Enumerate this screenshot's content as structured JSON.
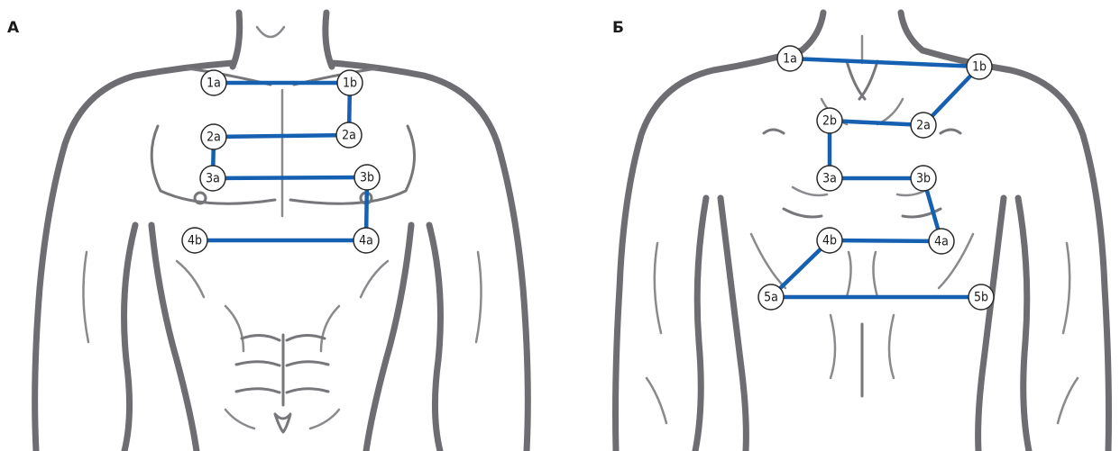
{
  "panels": [
    {
      "letter": "А",
      "nodes": [
        {
          "id": "1a",
          "label": "1a"
        },
        {
          "id": "1b",
          "label": "1b"
        },
        {
          "id": "2a",
          "label": "2a"
        },
        {
          "id": "2b",
          "label": "2a"
        },
        {
          "id": "3a",
          "label": "3a"
        },
        {
          "id": "3b",
          "label": "3b"
        },
        {
          "id": "4a",
          "label": "4a"
        },
        {
          "id": "4b",
          "label": "4b"
        }
      ],
      "path": [
        "1a",
        "1b",
        "2b",
        "2a",
        "3a",
        "3b",
        "4a",
        "4b"
      ]
    },
    {
      "letter": "Б",
      "nodes": [
        {
          "id": "1a",
          "label": "1a"
        },
        {
          "id": "1b",
          "label": "1b"
        },
        {
          "id": "2a",
          "label": "2a"
        },
        {
          "id": "2b",
          "label": "2b"
        },
        {
          "id": "3a",
          "label": "3a"
        },
        {
          "id": "3b",
          "label": "3b"
        },
        {
          "id": "4a",
          "label": "4a"
        },
        {
          "id": "4b",
          "label": "4b"
        },
        {
          "id": "5a",
          "label": "5a"
        },
        {
          "id": "5b",
          "label": "5b"
        }
      ],
      "path": [
        "1a",
        "1b",
        "2a",
        "2b",
        "3a",
        "3b",
        "4a",
        "4b",
        "5a",
        "5b"
      ]
    }
  ],
  "colors": {
    "connector": "#1560b0",
    "outline": "#6e6e72",
    "node_stroke": "#2a2a2a"
  }
}
